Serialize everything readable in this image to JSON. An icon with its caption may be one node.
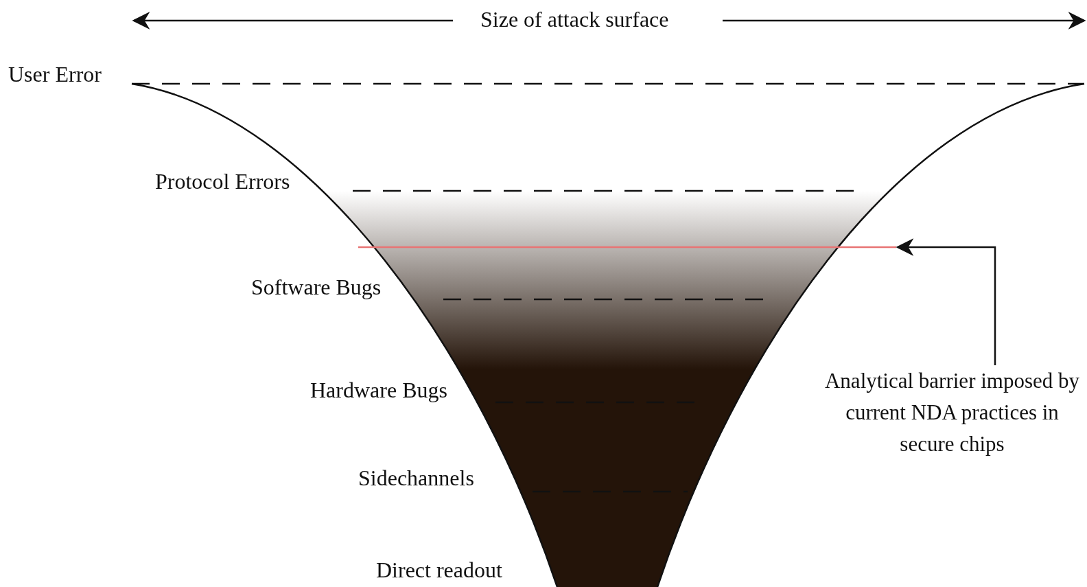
{
  "diagram": {
    "nodes": [
      {
        "text": [
          "Analytical barrier imposed by current NDA practices in secure chips"
        ]
      },
      {
        "text": [],
        "shape": "line"
      }
    ],
    "edges": [
      {
        "from": 0,
        "to": 1,
        "arrow": "to"
      }
    ],
    "labels": [
      "Size of attack surface",
      "User Error",
      "Protocol Errors",
      "Software Bugs",
      "Hardware Bugs",
      "Sidechannels",
      "Direct readout"
    ]
  }
}
